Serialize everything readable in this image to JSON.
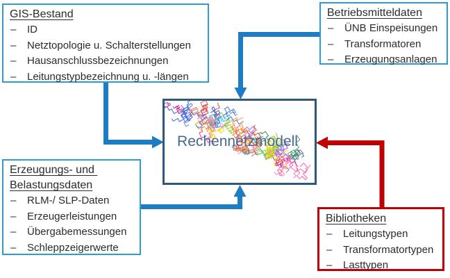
{
  "diagram": {
    "bullet": "–",
    "center_box": {
      "label": "Rechennetzmodell"
    },
    "boxes": {
      "gis": {
        "title": "GIS-Bestand",
        "items": [
          "ID",
          "Netztopologie u. Schalterstellungen",
          "Hausanschlussbezeichnungen",
          "Leitungstypbezeichnung u. -längen"
        ]
      },
      "betriebsmitteldaten": {
        "title": "Betriebsmitteldaten",
        "items": [
          "ÜNB Einspeisungen",
          "Transformatoren",
          "Erzeugungsanlagen"
        ]
      },
      "erzeugung": {
        "title": "Erzeugungs- und Belastungsdaten",
        "items": [
          "RLM-/ SLP-Daten",
          "Erzeugerleistungen",
          "Übergabemessungen",
          "Schleppzeigerwerte"
        ]
      },
      "bibliotheken": {
        "title": "Bibliotheken",
        "items": [
          "Leitungstypen",
          "Transformatortypen",
          "Lasttypen"
        ]
      }
    },
    "arrows": [
      {
        "from": "gis",
        "to": "center",
        "color_key": "blue_arrow"
      },
      {
        "from": "betriebsmitteldaten",
        "to": "center",
        "color_key": "blue_arrow"
      },
      {
        "from": "erzeugung",
        "to": "center",
        "color_key": "blue_arrow"
      },
      {
        "from": "bibliotheken",
        "to": "center",
        "color_key": "red"
      }
    ],
    "colors": {
      "blue_border": "#2e9ad8",
      "blue_arrow": "#1e7dc2",
      "red": "#c00000",
      "center_border": "#2f587a",
      "center_label": "#44688e",
      "text": "#2b2b2b"
    },
    "map_colors": [
      "#ff69b4",
      "#ee3aa8",
      "#e25555",
      "#ff8c1a",
      "#ffd400",
      "#9acd32",
      "#2e8b57",
      "#21b2a6",
      "#00bfff",
      "#4169e1",
      "#9b59e0",
      "#f4a0c0",
      "#c71585",
      "#63c063",
      "#f08080",
      "#6a5acd"
    ]
  }
}
